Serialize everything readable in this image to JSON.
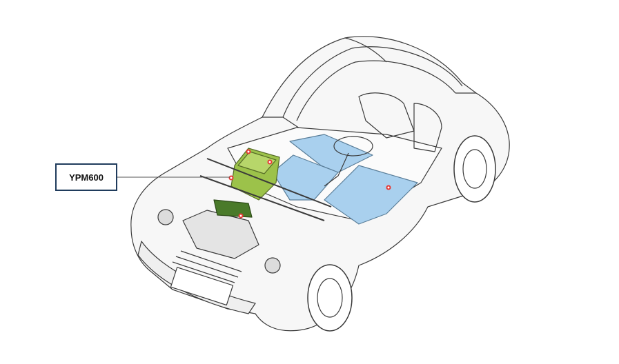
{
  "callout": {
    "label": "YPM600"
  },
  "colors": {
    "outline": "#3a3a3a",
    "battery_fill": "#a9d0ee",
    "module_fill": "#9cc24a",
    "marker": "#e53935",
    "callout_border": "#1f3b5c"
  },
  "illustration": {
    "subject": "car-chassis-cutaway",
    "components": [
      "battery-pack-front",
      "battery-pack-rear",
      "controller-module",
      "motor-assembly",
      "steering-wheel",
      "wheels"
    ]
  }
}
